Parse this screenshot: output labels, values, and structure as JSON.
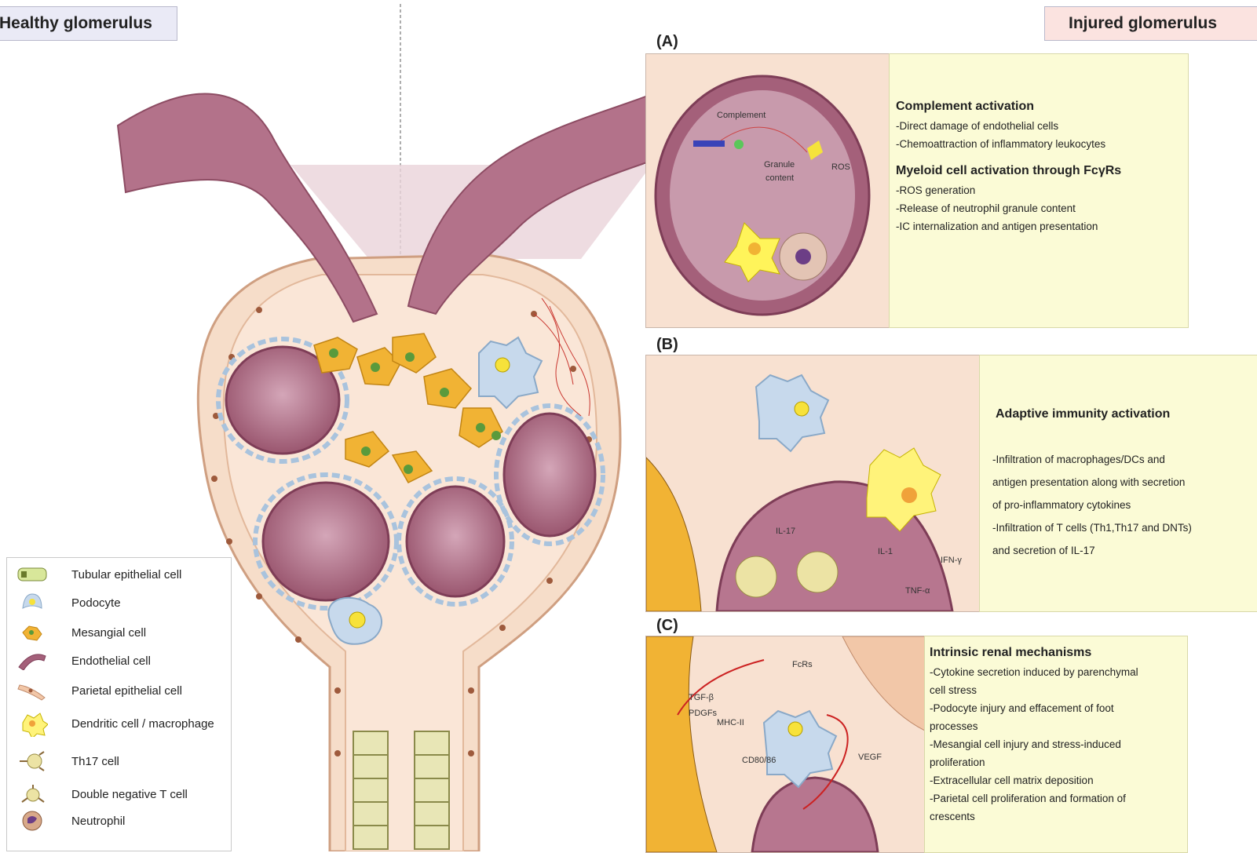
{
  "header": {
    "healthy_label": "Healthy glomerulus",
    "injured_label": "Injured glomerulus"
  },
  "legend": {
    "items": [
      {
        "label": "Tubular epithelial cell",
        "icon": "tubular-epithelial-cell-icon"
      },
      {
        "label": "Podocyte",
        "icon": "podocyte-icon"
      },
      {
        "label": "Mesangial cell",
        "icon": "mesangial-cell-icon"
      },
      {
        "label": "Endothelial cell",
        "icon": "endothelial-cell-icon"
      },
      {
        "label": "Parietal epithelial cell",
        "icon": "parietal-epithelial-cell-icon"
      },
      {
        "label": "Dendritic cell / macrophage",
        "icon": "dendritic-cell-icon"
      },
      {
        "label": "Th17 cell",
        "icon": "th17-cell-icon"
      },
      {
        "label": "Double negative T cell",
        "icon": "double-negative-t-cell-icon"
      },
      {
        "label": "Neutrophil",
        "icon": "neutrophil-icon"
      }
    ]
  },
  "panel_a": {
    "letter": "(A)",
    "labels": {
      "complement": "Complement",
      "granule": "Granule",
      "content": "content",
      "ros": "ROS"
    },
    "sections": [
      {
        "title": "Complement activation",
        "lines": [
          "-Direct damage of endothelial cells",
          "-Chemoattraction of inflammatory leukocytes"
        ]
      },
      {
        "title": "Myeloid cell activation through FcγRs",
        "lines": [
          "-ROS generation",
          "-Release of neutrophil granule content",
          "-IC internalization and antigen presentation"
        ]
      }
    ]
  },
  "panel_b": {
    "letter": "(B)",
    "labels": {
      "il17": "IL-17",
      "il1": "IL-1",
      "ifn": "IFN-γ",
      "tnf": "TNF-α"
    },
    "title": "Adaptive immunity activation",
    "lines": [
      "-Infiltration of macrophages/DCs and",
      "antigen presentation along with secretion",
      "of pro-inflammatory cytokines",
      "-Infiltration of T cells (Th1,Th17 and DNTs)",
      "and secretion of IL-17"
    ]
  },
  "panel_c": {
    "letter": "(C)",
    "labels": {
      "fcrs": "FcRs",
      "tgf": "TGF-β",
      "pdgf": "PDGFs",
      "mhc": "MHC-II",
      "cd80": "CD80/86",
      "vegf": "VEGF"
    },
    "title": "Intrinsic renal mechanisms",
    "lines": [
      "-Cytokine secretion induced by parenchymal",
      "cell stress",
      "-Podocyte injury and effacement of foot",
      "processes",
      "-Mesangial cell injury and stress-induced",
      "proliferation",
      "-Extracellular cell matrix deposition",
      "-Parietal cell proliferation and formation of",
      "crescents"
    ]
  },
  "colors": {
    "capillary": "#a4607a",
    "capillary_light": "#c89aac",
    "bowman": "#f2d2bd",
    "mesangial": "#f1b334",
    "podocyte": "#b9cfe6",
    "note_bg": "#fbfbd6",
    "scene_bg": "#f8e1d1"
  }
}
